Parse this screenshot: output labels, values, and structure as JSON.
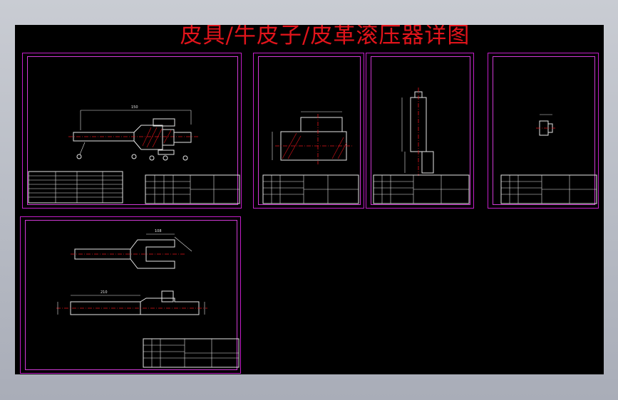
{
  "title": "皮具/牛皮子/皮革滚压器详图",
  "colors": {
    "background": "#000000",
    "frame": "#c31ec8",
    "title": "#e0141b",
    "line": "#e6e6e6",
    "centerline": "#e0141b"
  },
  "dimension_labels": {
    "assembly_length": "150",
    "part_length_1": "108",
    "part_length_2": "210"
  }
}
